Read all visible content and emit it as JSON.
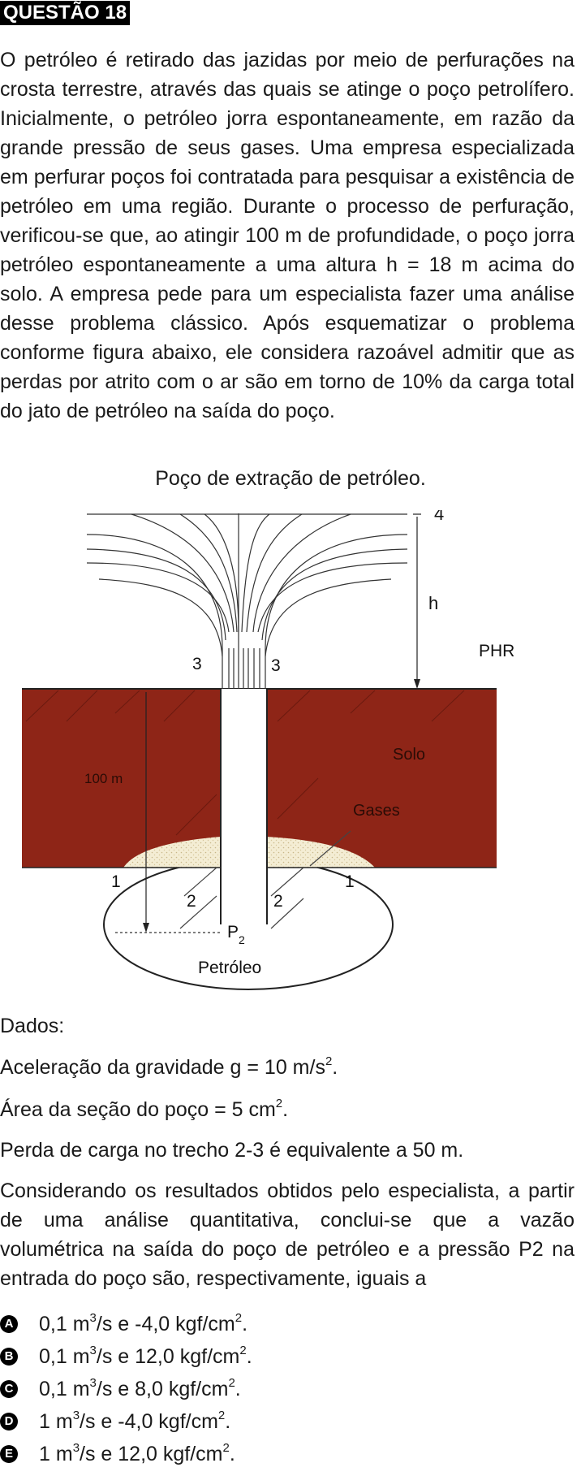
{
  "question": {
    "title": "QUESTÃO 18"
  },
  "statement": {
    "text": "O petróleo é retirado das jazidas por meio de perfurações na crosta terrestre, através das quais se atinge o poço petrolífero. Inicialmente, o petróleo jorra espontaneamente, em razão da grande pressão de seus gases. Uma empresa especializada em perfurar poços foi contratada para pesquisar a existência de petróleo em uma região. Durante o processo de perfuração, verificou-se que, ao atingir 100 m de profundidade, o poço jorra petróleo espontaneamente a uma altura h = 18 m acima do solo. A empresa pede para um especialista fazer uma análise desse problema clássico. Após esquematizar o problema conforme figura abaixo, ele considera razoável admitir que as perdas por atrito com o ar são em torno de 10% da carga total do jato de petróleo na saída do poço."
  },
  "figure": {
    "caption": "Poço de extração de petróleo.",
    "labels": {
      "l4": "4",
      "lh": "h",
      "lphr": "PHR",
      "l3a": "3",
      "l3b": "3",
      "ldepth": "100 m",
      "lsolo": "Solo",
      "lgases": "Gases",
      "l1a": "1",
      "l1b": "1",
      "l2a": "2",
      "l2b": "2",
      "lp2": "P",
      "lp2sub": "2",
      "lpetroleo": "Petróleo"
    },
    "colors": {
      "soil": "#8e2517",
      "gas": "#f2e9cc",
      "ground_frame": "#4a1a10"
    }
  },
  "data_section": {
    "heading": "Dados:",
    "gravity_prefix": "Aceleração da gravidade g = 10 m/s",
    "gravity_sup": "2",
    "gravity_suffix": ".",
    "area_prefix": "Área da seção do poço = 5 cm",
    "area_sup": "2",
    "area_suffix": ".",
    "loss": "Perda de carga no trecho 2-3 é equivalente a 50 m."
  },
  "prompt": {
    "text": "Considerando os resultados obtidos pelo especialista, a partir de uma análise quantitativa, conclui-se que a vazão volumétrica na saída do poço de petróleo e a pressão P2 na entrada do poço são, respectivamente, iguais a"
  },
  "options": [
    {
      "letter": "A",
      "v1": "0,1 m",
      "s1": "3",
      "v2": "/s e -4,0 kgf/cm",
      "s2": "2",
      "end": "."
    },
    {
      "letter": "B",
      "v1": "0,1 m",
      "s1": "3",
      "v2": "/s e 12,0 kgf/cm",
      "s2": "2",
      "end": "."
    },
    {
      "letter": "C",
      "v1": "0,1 m",
      "s1": "3",
      "v2": "/s e 8,0 kgf/cm",
      "s2": "2",
      "end": "."
    },
    {
      "letter": "D",
      "v1": "1 m",
      "s1": "3",
      "v2": "/s e -4,0 kgf/cm",
      "s2": "2",
      "end": "."
    },
    {
      "letter": "E",
      "v1": "1 m",
      "s1": "3",
      "v2": "/s e 12,0 kgf/cm",
      "s2": "2",
      "end": "."
    }
  ]
}
